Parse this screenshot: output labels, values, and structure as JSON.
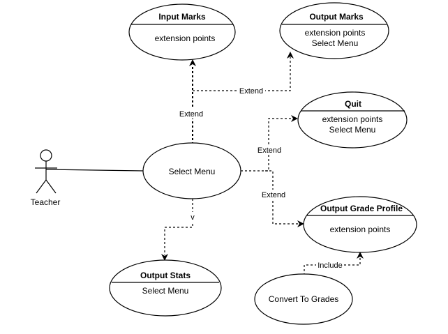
{
  "actor": {
    "label": "Teacher"
  },
  "use_cases": {
    "input_marks": {
      "title": "Input Marks",
      "lines": [
        "extension points"
      ]
    },
    "output_marks": {
      "title": "Output Marks",
      "lines": [
        "extension points",
        "Select Menu"
      ]
    },
    "quit": {
      "title": "Quit",
      "lines": [
        "extension points",
        "Select Menu"
      ]
    },
    "output_grade": {
      "title": "Output Grade Profile",
      "lines": [
        "extension points"
      ]
    },
    "output_stats": {
      "title": "Output Stats",
      "lines": [
        "Select Menu"
      ]
    },
    "select_menu": {
      "label": "Select Menu"
    },
    "convert_grades": {
      "label": "Convert To Grades"
    }
  },
  "relations": {
    "extend_input": "Extend",
    "extend_output": "Extend",
    "extend_quit": "Extend",
    "extend_grade": "Extend",
    "stats_label": "v",
    "include_grade": "Include"
  }
}
